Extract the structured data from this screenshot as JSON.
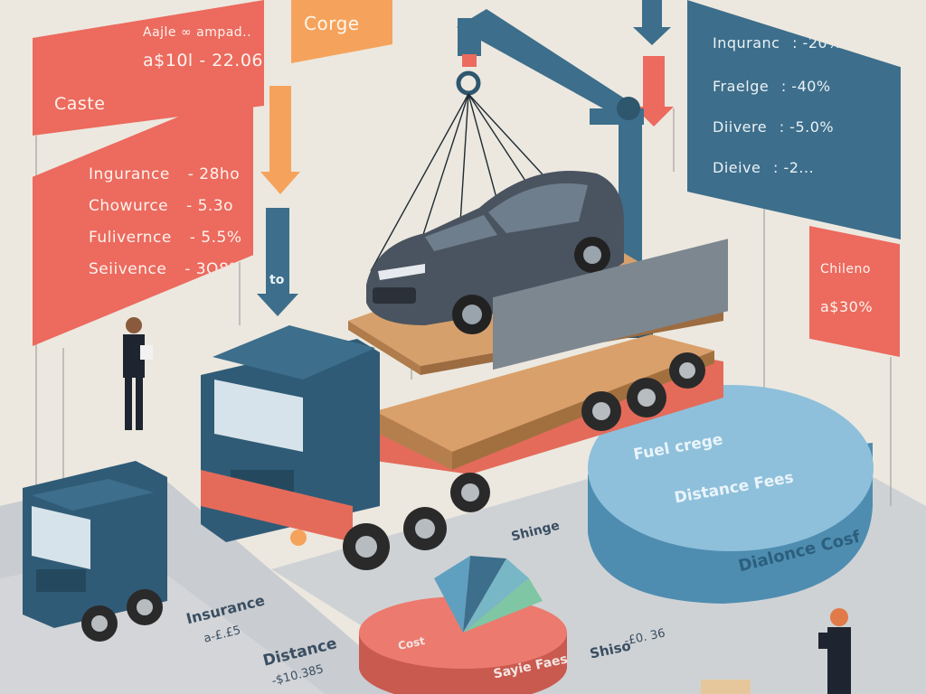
{
  "panels": {
    "top_left": {
      "title": "Caste",
      "line1": "Aajle ∞ ampad..",
      "line2": "a$10l - 22.06"
    },
    "top_center": {
      "label": "Corge"
    },
    "left_list": {
      "rows": [
        {
          "label": "Ingurance",
          "value": "- 28ho"
        },
        {
          "label": "Chowurce",
          "value": "- 5.3o"
        },
        {
          "label": "Fulivernce",
          "value": "- 5.5%"
        },
        {
          "label": "Seiivence",
          "value": "- 3O8%"
        }
      ]
    },
    "right_list": {
      "rows": [
        {
          "label": "Inquranc",
          "value": ": -20%"
        },
        {
          "label": "Fraelge",
          "value": ": -40%"
        },
        {
          "label": "Diivere",
          "value": ": -5.0%"
        },
        {
          "label": "Dieive",
          "value": ": -2..."
        }
      ]
    },
    "right_small": {
      "title": "Chileno",
      "value": "a$30%"
    }
  },
  "truck_tag": {
    "text": "to"
  },
  "ellipse": {
    "line1": "Fuel crege",
    "line2": "Distance Fees",
    "line3": "Dialonce Cosf"
  },
  "ground": {
    "left_title": "Insurance",
    "left_value": "a-£.£5",
    "bottom_title": "Distance",
    "bottom_value": "-$10.385",
    "mid_top": "Shinge",
    "pie_label": "Sayie Faes",
    "pie_inner": "Cost",
    "right_title": "Shiso",
    "right_value": "-£0. 36"
  },
  "colors": {
    "accent_red": "#ec6a5e",
    "accent_blue": "#3d6e8b",
    "accent_orange": "#f5a35c",
    "background": "#ece8df"
  }
}
